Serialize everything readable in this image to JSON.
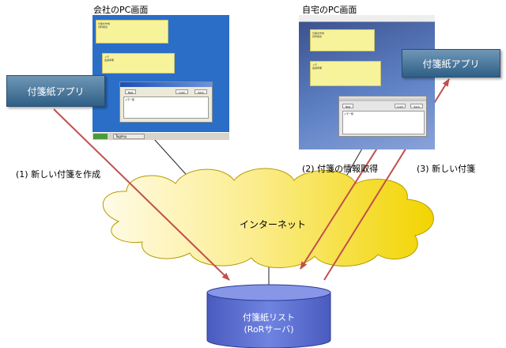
{
  "office_pc": {
    "title": "会社のPC画面",
    "taskbar_text": "TagAny"
  },
  "home_pc": {
    "title": "自宅のPC画面"
  },
  "app_left": {
    "label": "付箋紙アプリ"
  },
  "app_right": {
    "label": "付箋紙アプリ"
  },
  "steps": {
    "step1": "(1) 新しい付箋を作成",
    "step2": "(2) 付箋の情報取得",
    "step3": "(3) 新しい付箋"
  },
  "internet": {
    "label": "インターネット"
  },
  "database": {
    "line1": "付箋紙リスト",
    "line2": "(RoRサーバ)"
  },
  "colors": {
    "arrow": "#c0504d",
    "cloud": "#f5dc2a",
    "db": "#5b6fcf",
    "app": "#3f6d94"
  }
}
